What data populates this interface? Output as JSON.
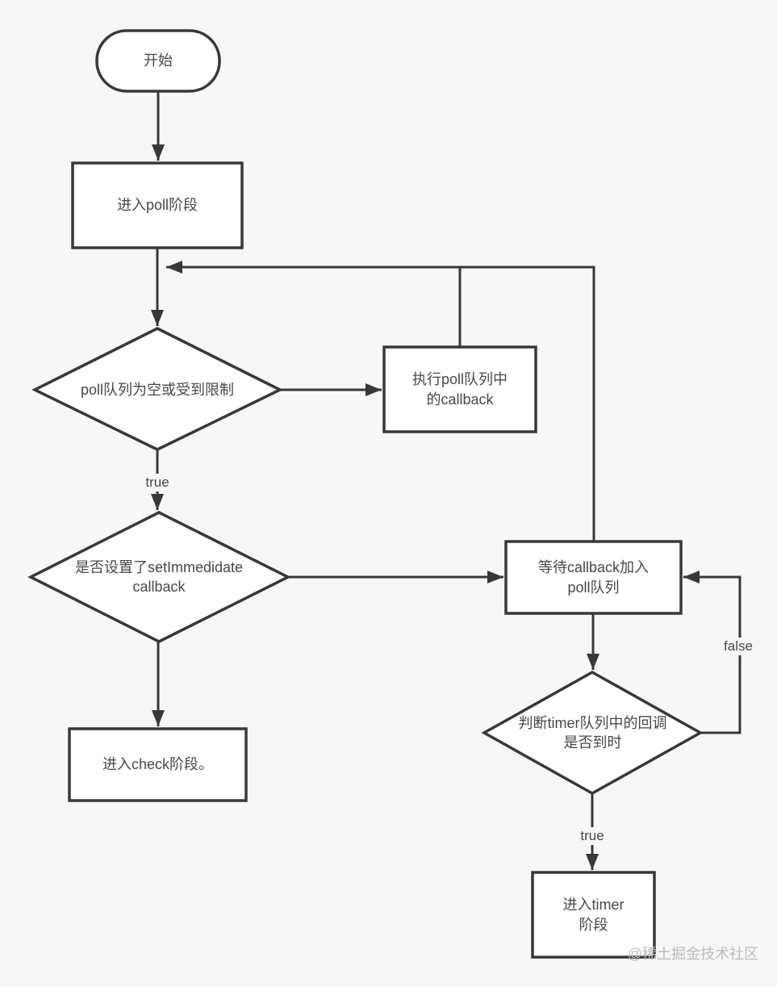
{
  "colors": {
    "background": "#f7f7f7",
    "stroke": "#383838",
    "node_fill": "#ffffff",
    "text": "#474747",
    "watermark": "#bcbcbc"
  },
  "nodes": {
    "start": {
      "label": "开始"
    },
    "enter_poll": {
      "label": "进入poll阶段"
    },
    "poll_queue_decision": {
      "label": "poll队列为空或受到限制"
    },
    "exec_poll_callback": {
      "label": "执行poll队列中\n的callback"
    },
    "set_immediate_decision": {
      "label": "是否设置了setImmedidate\ncallback"
    },
    "wait_callback": {
      "label": "等待callback加入\npoll队列"
    },
    "timer_due_decision": {
      "label": "判断timer队列中的回调\n是否到时"
    },
    "enter_check": {
      "label": "进入check阶段。"
    },
    "enter_timer": {
      "label": "进入timer\n阶段"
    }
  },
  "edge_labels": {
    "poll_decision_true": "true",
    "timer_decision_false": "false",
    "timer_decision_true": "true"
  },
  "watermark": "@稀土掘金技术社区"
}
